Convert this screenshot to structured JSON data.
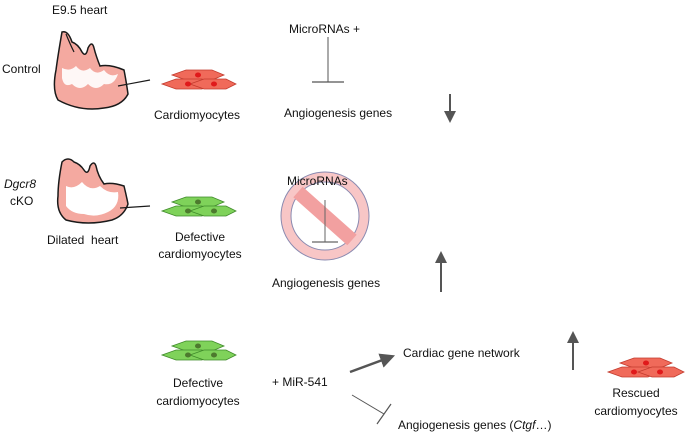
{
  "control_row": {
    "stage_label": "E9.5 heart",
    "row_label": "Control",
    "cell_label": "Cardiomyocytes",
    "regulator_label": "MicroRNAs +",
    "target_label": "Angiogenesis genes"
  },
  "mutant_row": {
    "gene_label": "Dgcr8",
    "ko_label": "cKO",
    "heart_label": "Dilated  heart",
    "cell_label_line1": "Defective",
    "cell_label_line2": "cardiomyocytes",
    "regulator_label": "MicroRNAs",
    "target_label": "Angiogenesis genes"
  },
  "rescue_row": {
    "cell_label_line1": "Defective",
    "cell_label_line2": "cardiomyocytes",
    "treatment_label": "+ MiR-541",
    "network_label": "Cardiac gene network",
    "target_label_prefix": "Angiogenesis genes (",
    "target_label_gene": "Ctgf",
    "target_label_suffix": "…)",
    "rescued_line1": "Rescued",
    "rescued_line2": "cardiomyocytes"
  },
  "colors": {
    "heart_fill": "#f4a9a0",
    "heart_outline": "#1a1a1a",
    "normal_cell": "#f06a5a",
    "normal_nucleus": "#e0191b",
    "defective_cell": "#7fd25a",
    "defective_nucleus": "#4d7a2e",
    "prohibition": "#f2a0a0",
    "arrow": "#555555"
  }
}
